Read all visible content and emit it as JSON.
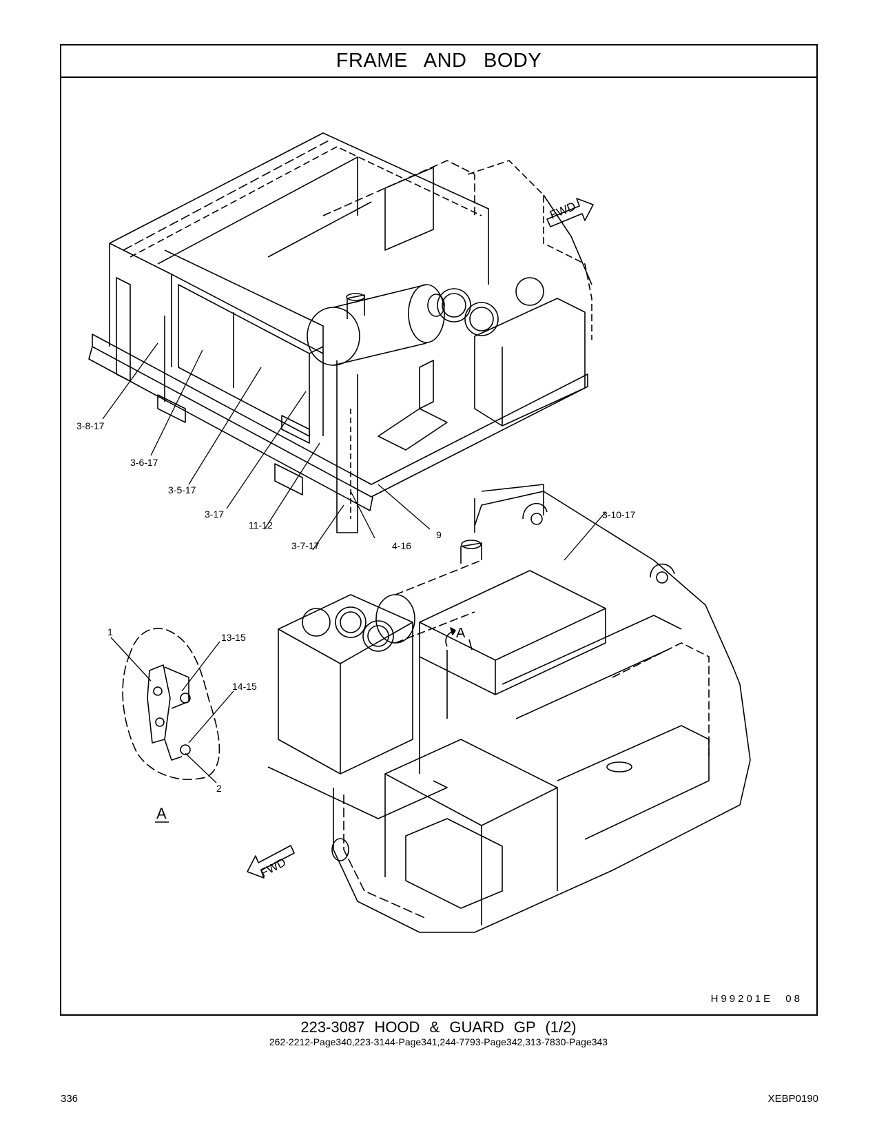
{
  "header": {
    "title": "FRAME AND BODY"
  },
  "callouts": {
    "c_3_8_17": "3-8-17",
    "c_3_6_17": "3-6-17",
    "c_3_5_17": "3-5-17",
    "c_3_17": "3-17",
    "c_11_12": "11-12",
    "c_3_7_17": "3-7-17",
    "c_4_16": "4-16",
    "c_9": "9",
    "c_3_10_17": "3-10-17",
    "c_1": "1",
    "c_13_15": "13-15",
    "c_14_15": "14-15",
    "c_2": "2"
  },
  "view_labels": {
    "detail": "A",
    "detail_marker": "A",
    "fwd_top": "FWD",
    "fwd_bottom": "FWD"
  },
  "illustration_code": "H99201E 08",
  "caption": {
    "title": "223-3087 HOOD & GUARD GP (1/2)",
    "references": "262-2212-Page340,223-3144-Page341,244-7793-Page342,313-7830-Page343"
  },
  "footer": {
    "page_number": "336",
    "document_code": "XEBP0190"
  }
}
